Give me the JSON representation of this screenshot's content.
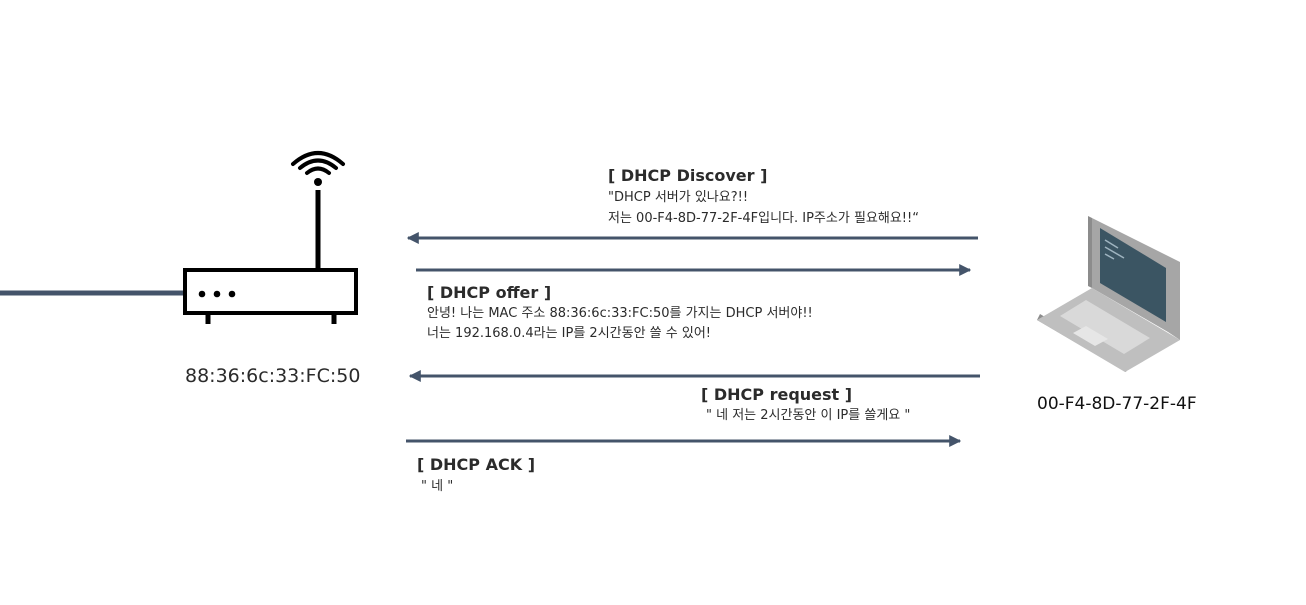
{
  "devices": {
    "router": {
      "mac": "88:36:6c:33:FC:50",
      "icon": "wifi-router-icon"
    },
    "laptop": {
      "mac": "00-F4-8D-77-2F-4F",
      "icon": "laptop-icon"
    }
  },
  "messages": {
    "discover": {
      "title": "[ DHCP Discover ]",
      "line1": "\"DHCP 서버가 있나요?!!",
      "line2": "저는 00-F4-8D-77-2F-4F입니다. IP주소가 필요해요!!“",
      "direction": "laptop-to-router"
    },
    "offer": {
      "title": "[ DHCP offer ]",
      "line1": "안녕! 나는 MAC 주소 88:36:6c:33:FC:50를 가지는 DHCP 서버야!!",
      "line2": "너는 192.168.0.4라는 IP를 2시간동안 쓸 수 있어!",
      "direction": "router-to-laptop"
    },
    "request": {
      "title": "[ DHCP request ]",
      "line1": "\" 네 저는 2시간동안 이 IP를 쓸게요 \"",
      "direction": "laptop-to-router"
    },
    "ack": {
      "title": "[ DHCP ACK ]",
      "line1": "\" 네 \"",
      "direction": "router-to-laptop"
    }
  },
  "colors": {
    "arrow": "#44546a",
    "router": "#000000",
    "laptop_body": "#a6a6a6",
    "laptop_screen": "#3b5563"
  }
}
